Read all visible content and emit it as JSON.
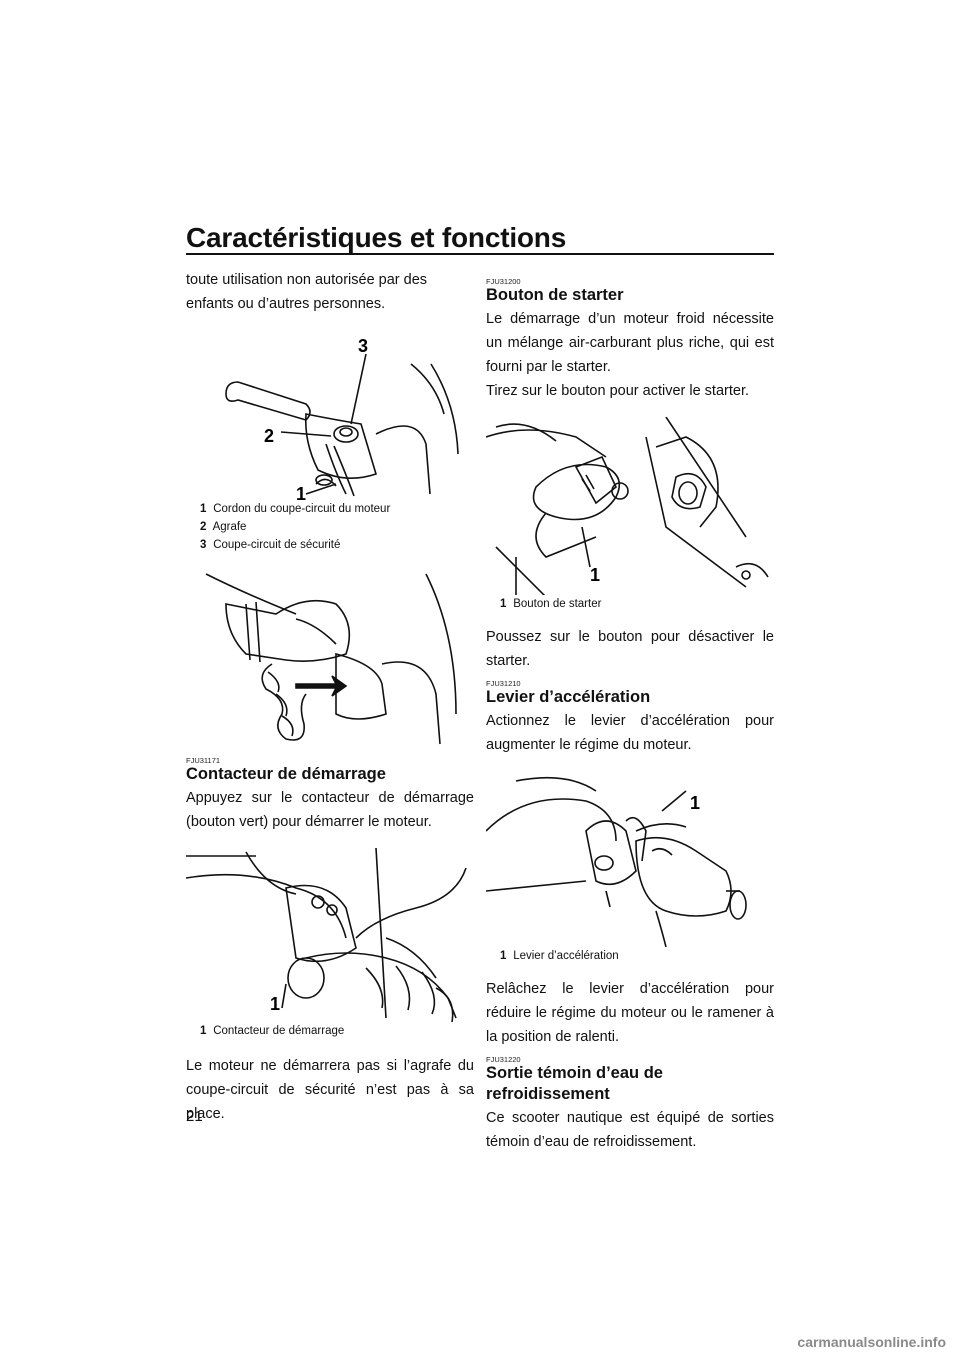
{
  "header": {
    "title": "Caractéristiques et fonctions"
  },
  "left": {
    "intro": "toute utilisation non autorisée par des enfants ou d’autres personnes.",
    "fig1": {
      "callouts": [
        "1",
        "2",
        "3"
      ],
      "captions": [
        {
          "num": "1",
          "text": "Cordon du coupe-circuit du moteur"
        },
        {
          "num": "2",
          "text": "Agrafe"
        },
        {
          "num": "3",
          "text": "Coupe-circuit de sécurité"
        }
      ]
    },
    "section1": {
      "code": "FJU31171",
      "heading": "Contacteur de démarrage",
      "text": "Appuyez sur le contacteur de démarrage (bouton vert) pour démarrer le moteur."
    },
    "fig3": {
      "callout": "1",
      "caption": {
        "num": "1",
        "text": "Contacteur de démarrage"
      }
    },
    "after": "Le moteur ne démarrera pas si l’agrafe du coupe-circuit de sécurité n’est pas à sa place."
  },
  "right": {
    "section2": {
      "code": "FJU31200",
      "heading": "Bouton de starter",
      "text1": "Le démarrage d’un moteur froid nécessite un mélange air-carburant plus riche, qui est fourni par le starter.",
      "text2": "Tirez sur le bouton pour activer le starter."
    },
    "fig4": {
      "callout": "1",
      "caption": {
        "num": "1",
        "text": "Bouton de starter"
      }
    },
    "after_fig4": "Poussez sur le bouton pour désactiver le starter.",
    "section3": {
      "code": "FJU31210",
      "heading": "Levier d’accélération",
      "text": "Actionnez le levier d’accélération pour augmenter le régime du moteur."
    },
    "fig5": {
      "callout": "1",
      "caption": {
        "num": "1",
        "text": "Levier d’accélération"
      }
    },
    "after_fig5": "Relâchez le levier d’accélération pour réduire le régime du moteur ou le ramener à la position de ralenti.",
    "section4": {
      "code": "FJU31220",
      "heading_line1": "Sortie témoin d’eau de",
      "heading_line2": "refroidissement",
      "text": "Ce scooter nautique est équipé de sorties témoin d’eau de refroidissement."
    }
  },
  "footer": {
    "page_number": "21",
    "watermark": "carmanualsonline.info"
  }
}
